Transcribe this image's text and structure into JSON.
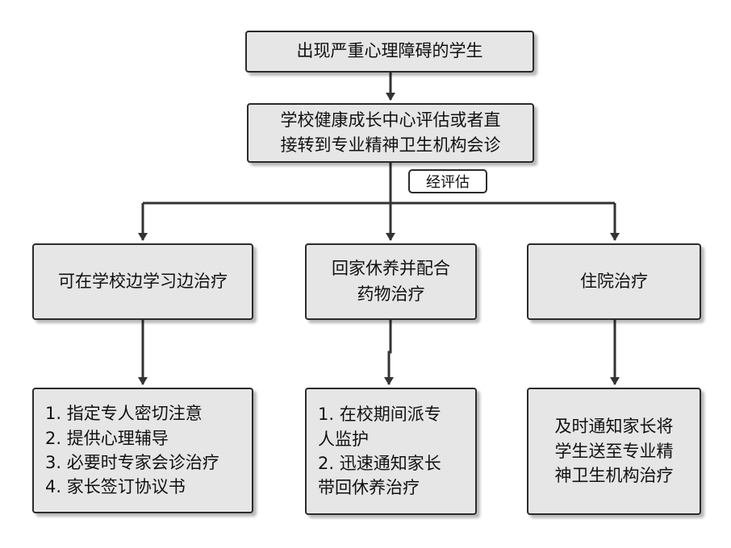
{
  "root": {
    "label": "出现严重心理障碍的学生"
  },
  "assessment": {
    "line1": "学校健康成长中心评估或者直",
    "line2": "接转到专业精神卫生机构会诊",
    "edge_label": "经评估"
  },
  "options": [
    {
      "line1": "可在学校边学习边治疗",
      "line2": "",
      "actions": [
        "1. 指定专人密切注意",
        "2. 提供心理辅导",
        "3. 必要时专家会诊治疗",
        "4. 家长签订协议书"
      ]
    },
    {
      "line1": "回家休养并配合",
      "line2": "药物治疗",
      "actions": [
        "1. 在校期间派专",
        "人监护",
        "2. 迅速通知家长",
        "带回休养治疗"
      ]
    },
    {
      "line1": "住院治疗",
      "line2": "",
      "actions": [
        "及时通知家长将",
        "学生送至专业精",
        "神卫生机构治疗"
      ]
    }
  ]
}
